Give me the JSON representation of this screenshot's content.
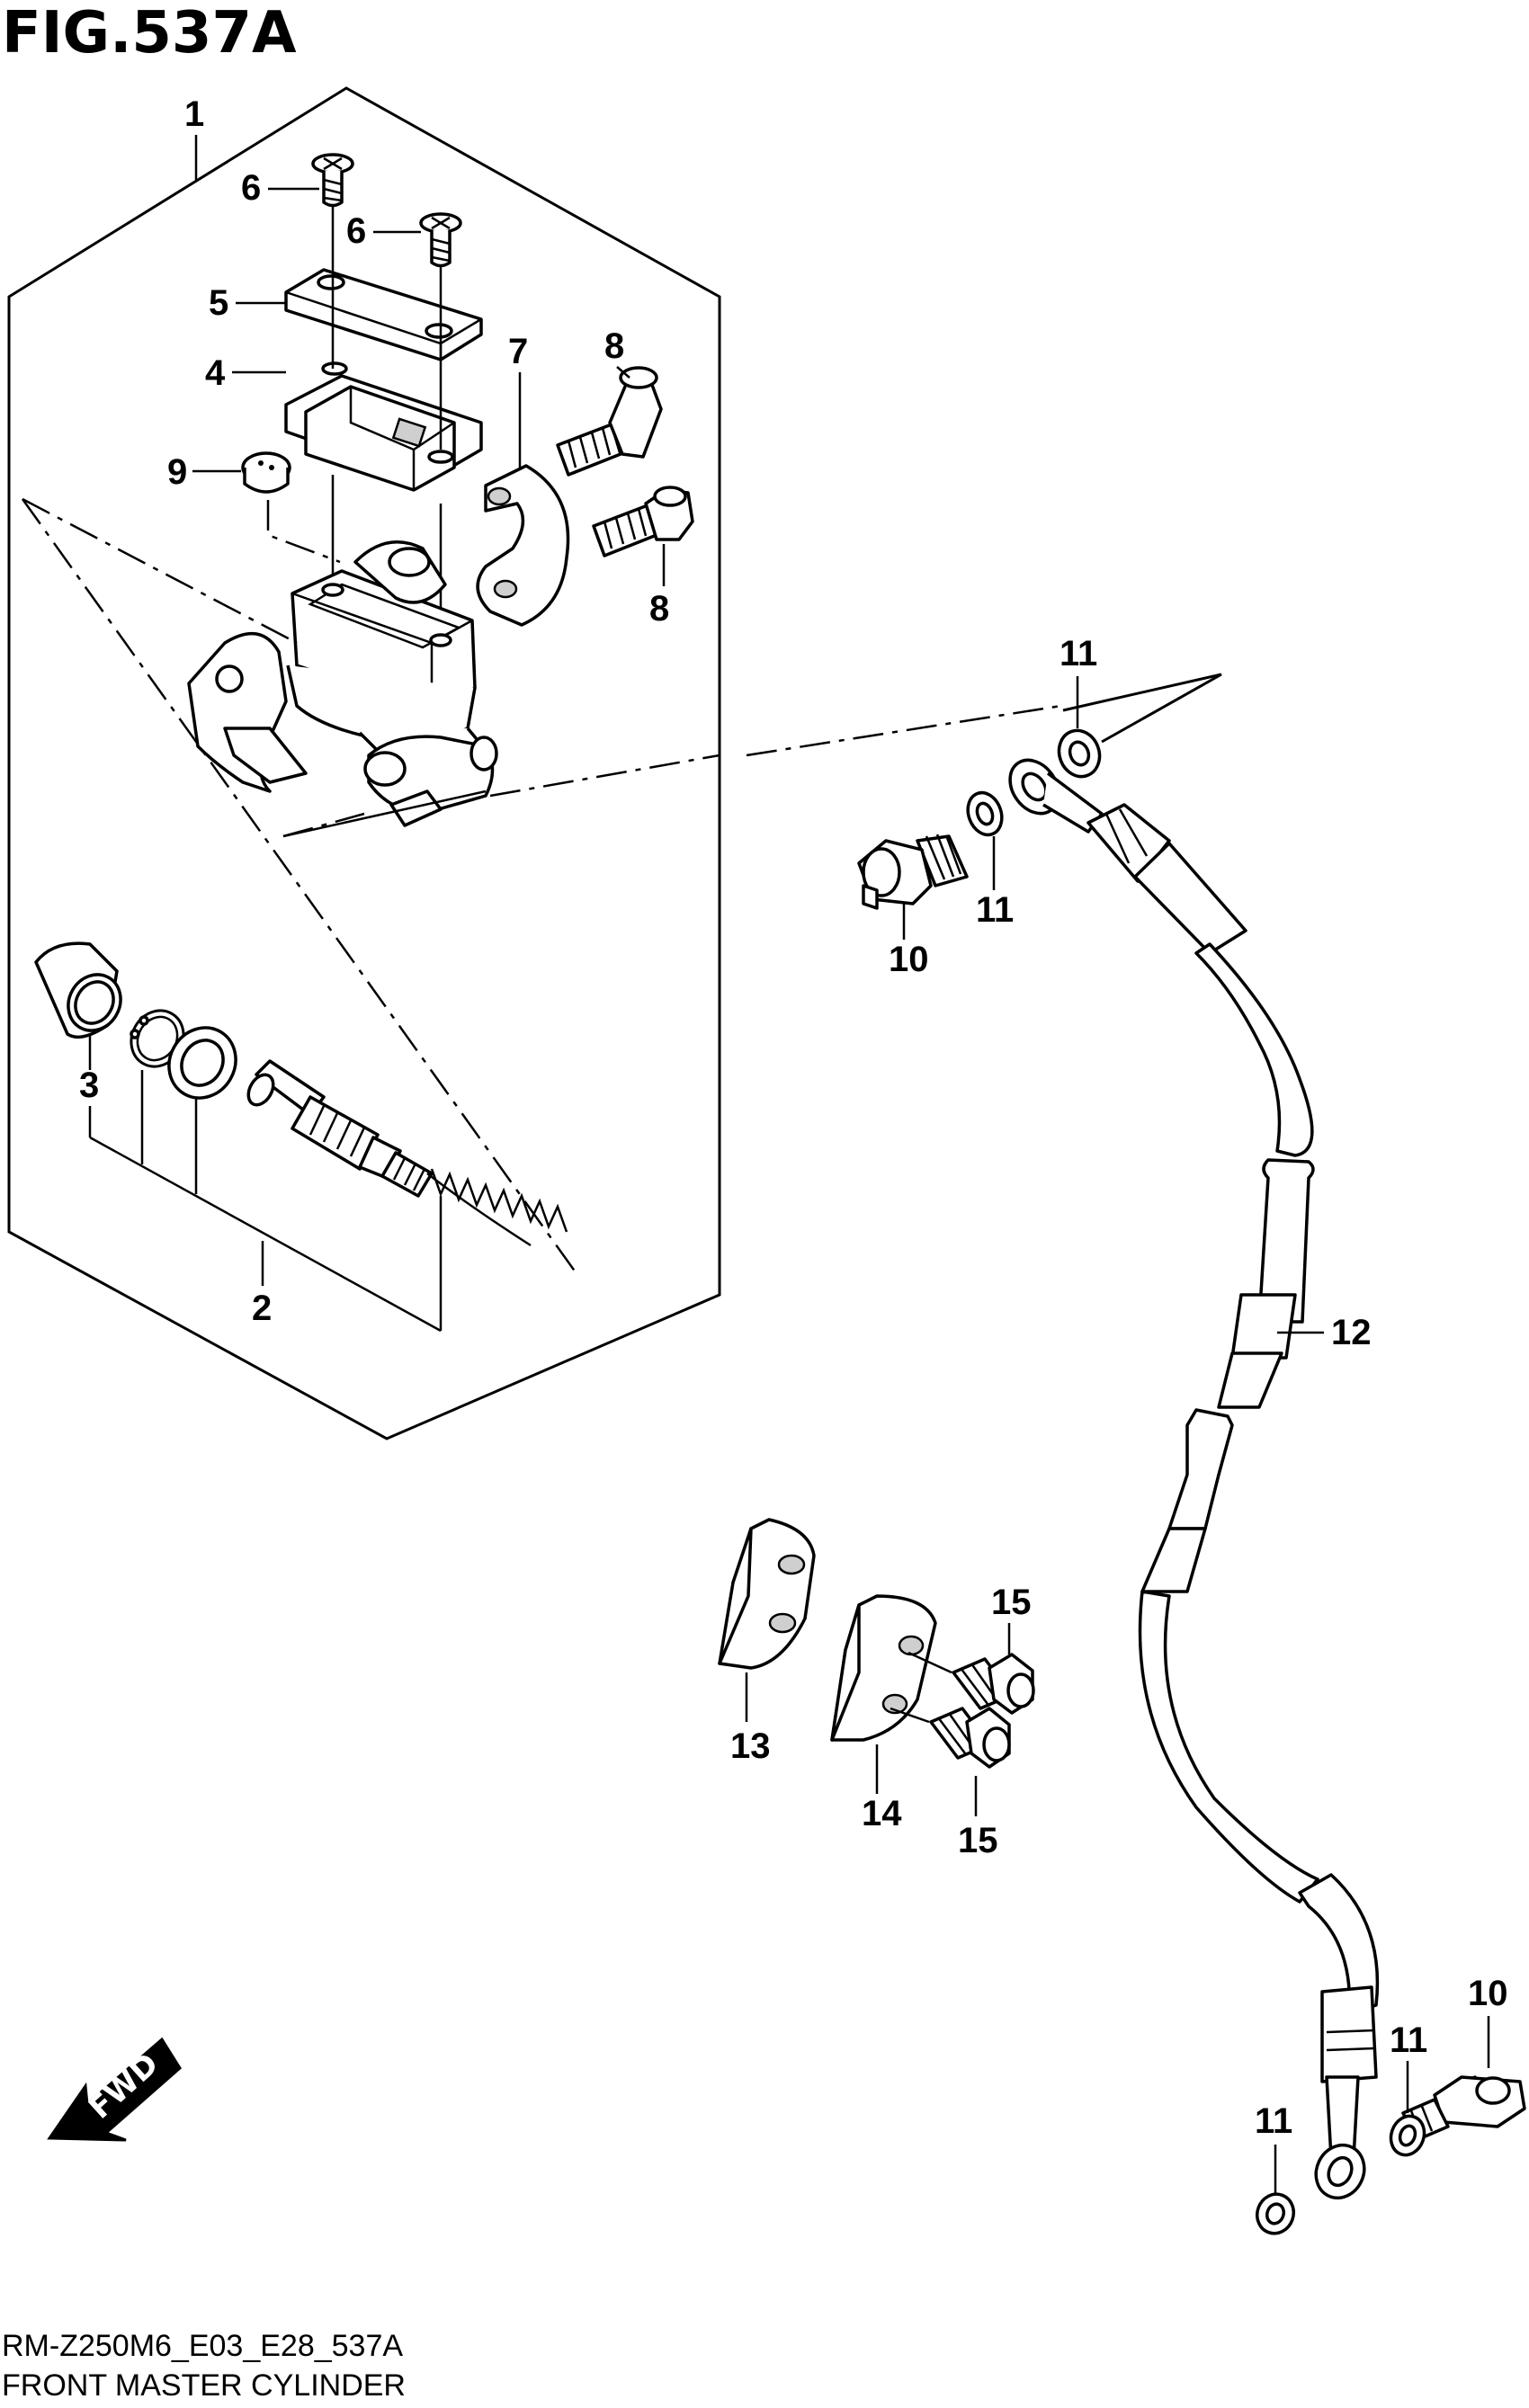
{
  "figure": {
    "title": "FIG.537A",
    "code": "RM-Z250M6_E03_E28_537A",
    "name": "FRONT MASTER CYLINDER",
    "direction_label": "FWD"
  },
  "callouts": {
    "c1": "1",
    "c2": "2",
    "c3": "3",
    "c4": "4",
    "c5": "5",
    "c6a": "6",
    "c6b": "6",
    "c7": "7",
    "c8a": "8",
    "c8b": "8",
    "c9": "9",
    "c10a": "10",
    "c10b": "10",
    "c11a": "11",
    "c11b": "11",
    "c11c": "11",
    "c11d": "11",
    "c12": "12",
    "c13": "13",
    "c14": "14",
    "c15a": "15",
    "c15b": "15"
  }
}
